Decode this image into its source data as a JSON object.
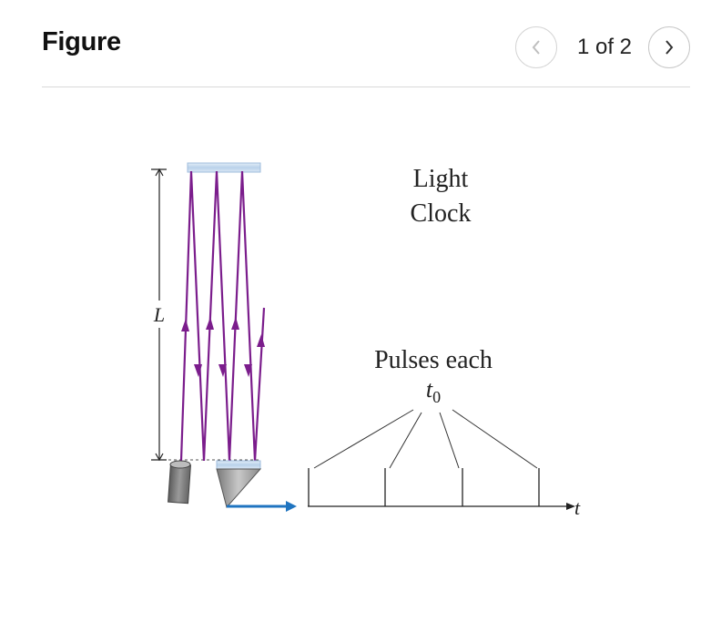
{
  "header": {
    "title": "Figure",
    "page_indicator": "1 of 2",
    "prev_icon": "chevron-left-icon",
    "next_icon": "chevron-right-icon"
  },
  "diagram": {
    "light_clock_line1": "Light",
    "light_clock_line2": "Clock",
    "pulses_label": "Pulses each",
    "pulse_interval_symbol": "t",
    "pulse_interval_subscript": "0",
    "length_label": "L",
    "time_axis_label": "t",
    "colors": {
      "light_ray": "#7b1d8c",
      "mirror": "#c6daee",
      "output_arrow": "#1f74c0",
      "dimension": "#222222"
    }
  }
}
